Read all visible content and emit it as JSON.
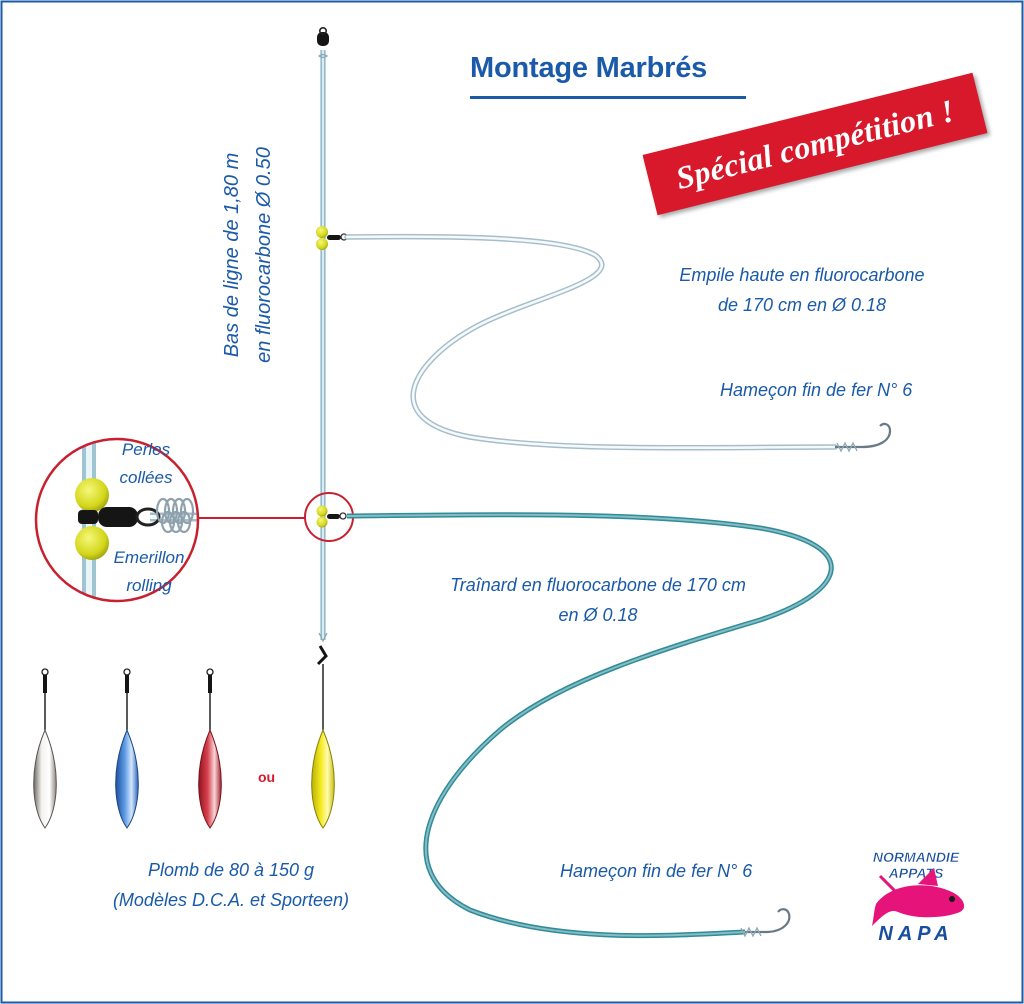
{
  "title": "Montage Marbrés",
  "banner": "Spécial compétition !",
  "labels": {
    "bas_line1": "Bas de ligne de 1,80 m",
    "bas_line2": "en fluorocarbone Ø 0.50",
    "empile_line1": "Empile haute en fluorocarbone",
    "empile_line2": "de 170 cm en Ø 0.18",
    "hook_top": "Hameçon fin de fer N° 6",
    "perles_line1": "Perles",
    "perles_line2": "collées",
    "emerillon_line1": "Emerillon",
    "emerillon_line2": "rolling",
    "trainard_line1": "Traînard en fluorocarbone de 170 cm",
    "trainard_line2": "en Ø 0.18",
    "hook_bottom": "Hameçon fin de fer N° 6",
    "ou": "ou",
    "plomb_line1": "Plomb de 80 à 150 g",
    "plomb_line2": "(Modèles D.C.A. et Sporteen)"
  },
  "logo": {
    "top": "NORMANDIE",
    "middle": "APPATS",
    "bottom": "NAPA"
  },
  "colors": {
    "frame": "#1a5aa8",
    "text": "#1a5aa8",
    "banner": "#d7192b",
    "circle": "#c8202f",
    "line": "#9fc4d2",
    "line_dark": "#2e8a96",
    "bead": "#d9dd1f",
    "logo_fish": "#e6147a"
  },
  "sinkers": [
    {
      "name": "white",
      "color": "#e8e4e0"
    },
    {
      "name": "blue",
      "color": "#3d7fd3"
    },
    {
      "name": "red",
      "color": "#c0202e"
    },
    {
      "name": "yellow",
      "color": "#f0e614"
    }
  ]
}
